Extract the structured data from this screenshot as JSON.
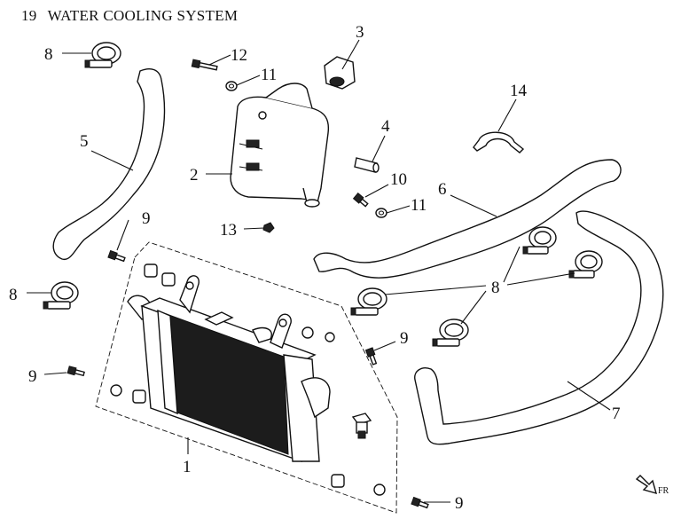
{
  "header": {
    "section_number": "19",
    "section_title": "WATER COOLING SYSTEM"
  },
  "callouts": {
    "c1": "1",
    "c2": "2",
    "c3": "3",
    "c4": "4",
    "c5": "5",
    "c6": "6",
    "c7": "7",
    "c8a": "8",
    "c8b": "8",
    "c8c": "8",
    "c9a": "9",
    "c9b": "9",
    "c9c": "9",
    "c9d": "9",
    "c10": "10",
    "c11a": "11",
    "c11b": "11",
    "c12": "12",
    "c13": "13",
    "c14": "14"
  },
  "fr_arrow_label": "FR"
}
